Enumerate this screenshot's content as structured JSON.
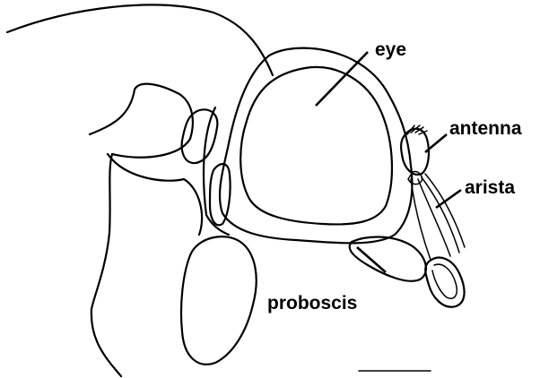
{
  "labels": {
    "eye": "eye",
    "antenna": "antenna",
    "arista": "arista",
    "proboscis": "proboscis"
  },
  "colors": {
    "line": "#000000",
    "background": "#ffffff"
  }
}
